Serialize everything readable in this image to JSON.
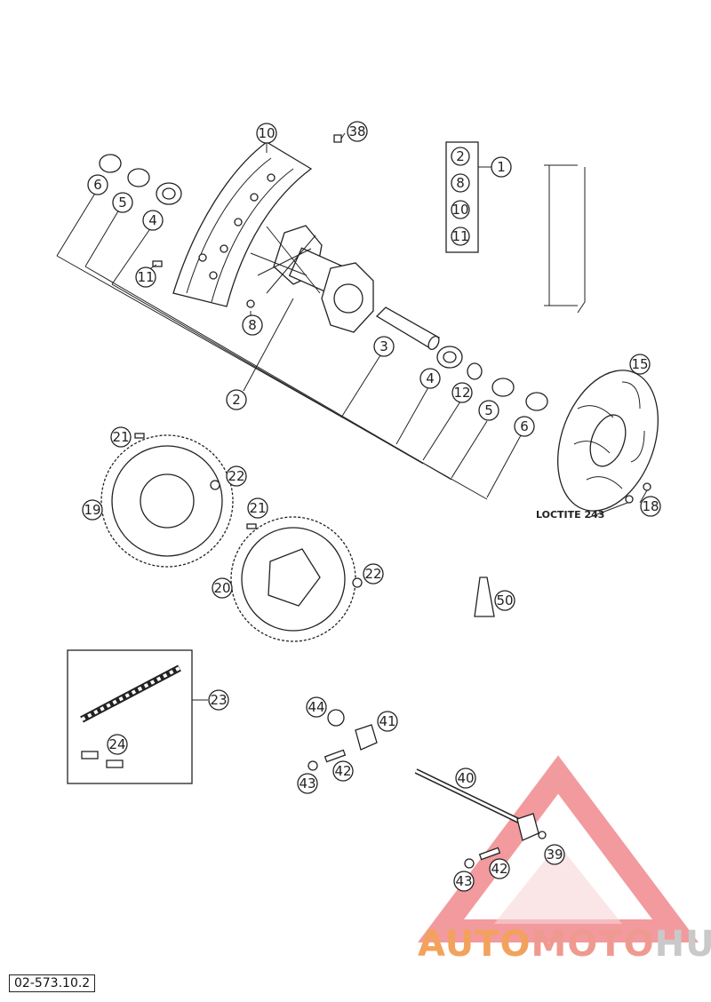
{
  "callouts": [
    {
      "id": "c-10-rim",
      "label": "10"
    },
    {
      "id": "c-38",
      "label": "38"
    },
    {
      "id": "c-6-left",
      "label": "6"
    },
    {
      "id": "c-5-left",
      "label": "5"
    },
    {
      "id": "c-4-left",
      "label": "4"
    },
    {
      "id": "c-11-left",
      "label": "11"
    },
    {
      "id": "c-8",
      "label": "8"
    },
    {
      "id": "c-2",
      "label": "2"
    },
    {
      "id": "c-3",
      "label": "3"
    },
    {
      "id": "c-4-right",
      "label": "4"
    },
    {
      "id": "c-12",
      "label": "12"
    },
    {
      "id": "c-5-right",
      "label": "5"
    },
    {
      "id": "c-6-right",
      "label": "6"
    },
    {
      "id": "c-kit-2",
      "label": "2"
    },
    {
      "id": "c-kit-8",
      "label": "8"
    },
    {
      "id": "c-kit-10",
      "label": "10"
    },
    {
      "id": "c-kit-11",
      "label": "11"
    },
    {
      "id": "c-1",
      "label": "1"
    },
    {
      "id": "c-15",
      "label": "15"
    },
    {
      "id": "c-18",
      "label": "18"
    },
    {
      "id": "c-21-top",
      "label": "21"
    },
    {
      "id": "c-22-top",
      "label": "22"
    },
    {
      "id": "c-19",
      "label": "19"
    },
    {
      "id": "c-21-mid",
      "label": "21"
    },
    {
      "id": "c-20",
      "label": "20"
    },
    {
      "id": "c-22-mid",
      "label": "22"
    },
    {
      "id": "c-50",
      "label": "50"
    },
    {
      "id": "c-23",
      "label": "23"
    },
    {
      "id": "c-24",
      "label": "24"
    },
    {
      "id": "c-44",
      "label": "44"
    },
    {
      "id": "c-41",
      "label": "41"
    },
    {
      "id": "c-42-left",
      "label": "42"
    },
    {
      "id": "c-43-left",
      "label": "43"
    },
    {
      "id": "c-40",
      "label": "40"
    },
    {
      "id": "c-39",
      "label": "39"
    },
    {
      "id": "c-42-right",
      "label": "42"
    },
    {
      "id": "c-43-right",
      "label": "43"
    }
  ],
  "loctite_label": "LOCTITE 243",
  "doc_id": "02-573.10.2",
  "watermark": {
    "part1": "AUTO",
    "part2": "MOTO",
    "part3": "HUB"
  }
}
